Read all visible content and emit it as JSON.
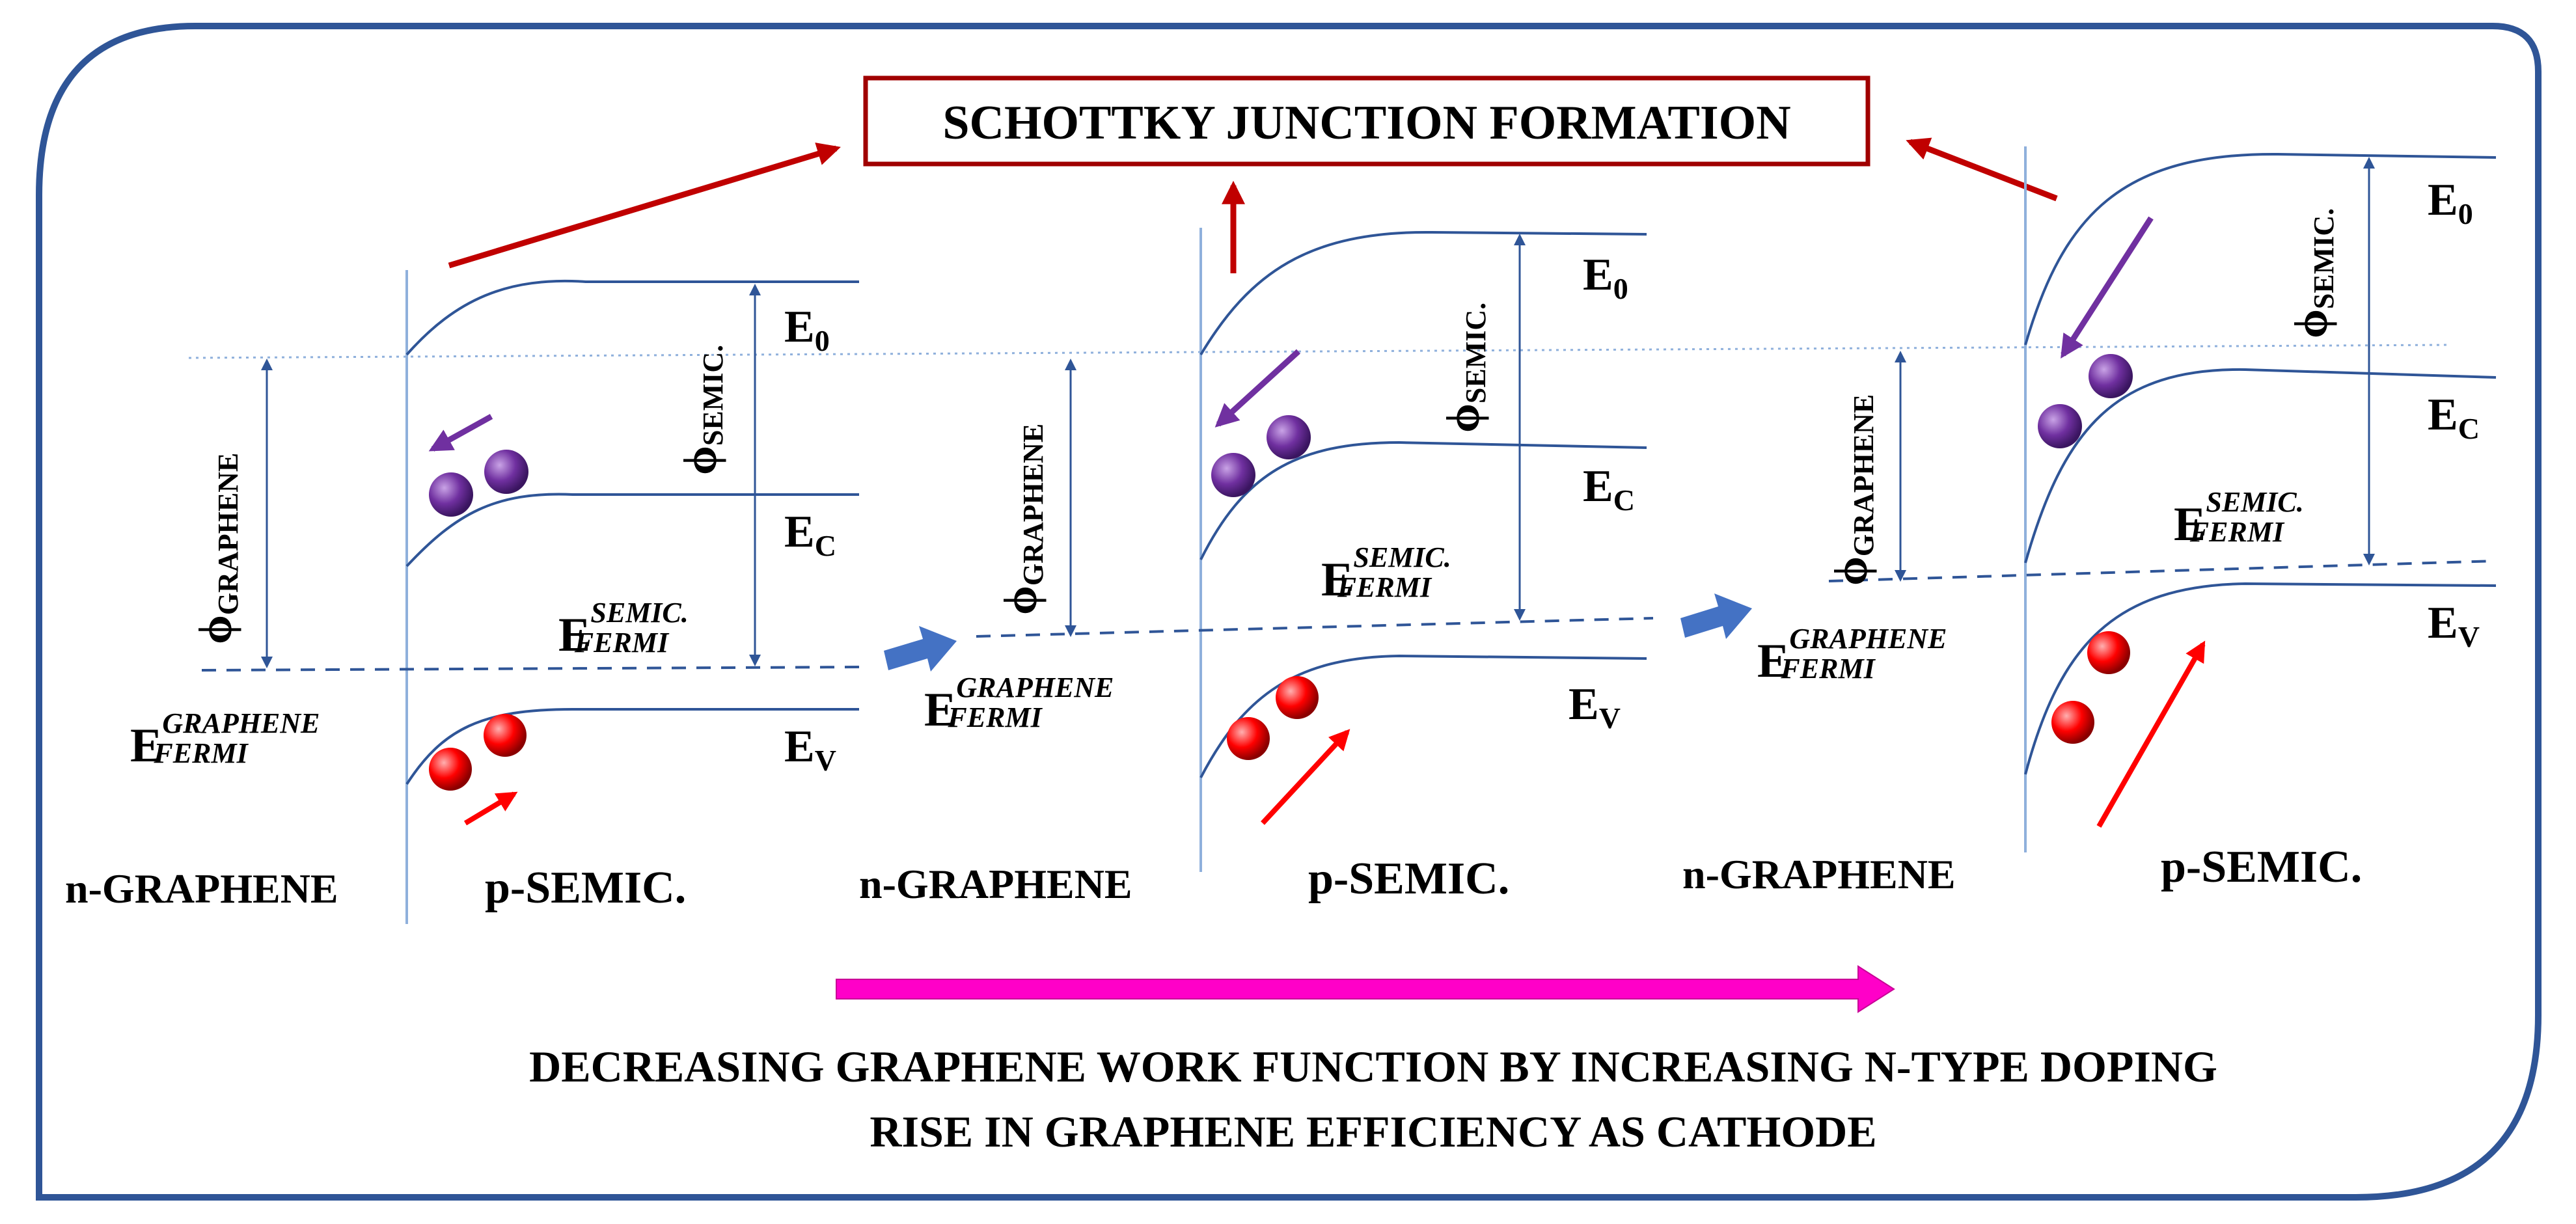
{
  "title": "SCHOTTKY JUNCTION FORMATION",
  "caption": {
    "line1": "DECREASING GRAPHENE WORK FUNCTION BY INCREASING N-TYPE DOPING",
    "line2": "RISE IN GRAPHENE EFFICIENCY AS CATHODE"
  },
  "colors": {
    "frame": "#2f5597",
    "band": "#2f5597",
    "band_light": "#8fb0dc",
    "title_arrow": "#c00000",
    "title_box": "#a00000",
    "electron": "#7030a0",
    "hole": "#ff0000",
    "flow_arrow": "#ff00c8",
    "step_arrow": "#4472c4"
  },
  "labels": {
    "e0_main": "E",
    "e0_sub": "0",
    "ec_main": "E",
    "ec_sub": "C",
    "ev_main": "E",
    "ev_sub": "V",
    "phi": "ϕ",
    "phi_semic_sub": "SEMIC.",
    "phi_graphene_sub": "GRAPHENE",
    "fermi_main": "E",
    "fermi_sub": "FERMI",
    "fermi_sup_semic": "SEMIC.",
    "fermi_sup_graphene": "GRAPHENE",
    "n_side": "n-GRAPHENE",
    "p_side": "p-SEMIC."
  },
  "panels": [
    {
      "name": "panel-1",
      "n_side": "n-GRAPHENE",
      "p_side": "p-SEMIC."
    },
    {
      "name": "panel-2",
      "n_side": "n-GRAPHENE",
      "p_side": "p-SEMIC."
    },
    {
      "name": "panel-3",
      "n_side": "n-GRAPHENE",
      "p_side": "p-SEMIC."
    }
  ]
}
